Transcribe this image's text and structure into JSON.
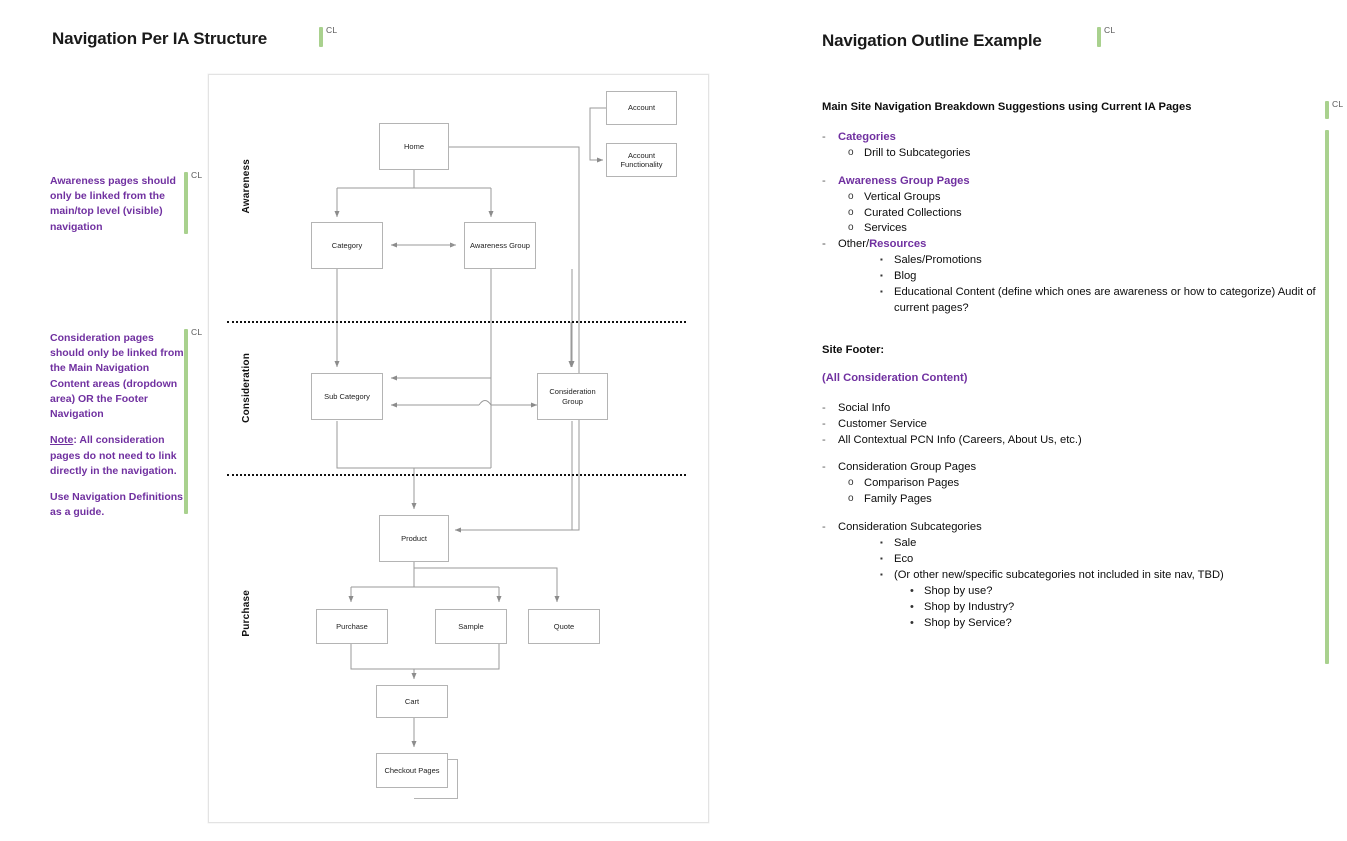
{
  "slides": {
    "left_title": "Navigation Per IA Structure",
    "right_title": "Navigation Outline Example"
  },
  "comment_markers": {
    "label": "CL",
    "color": "#a9d18e"
  },
  "notes": [
    {
      "id": "awareness-note",
      "paragraphs": [
        "Awareness pages should only be linked from the main/top level (visible) navigation"
      ]
    },
    {
      "id": "consideration-note",
      "paragraphs": [
        "Consideration pages should only be linked from the Main Navigation Content areas (dropdown area) OR the Footer Navigation",
        "Note: All consideration pages do not need to link directly in the navigation.",
        "Use Navigation Definitions as a guide."
      ],
      "note_prefix": "Note",
      "note_rest": ": All consideration pages do not need to link directly in the navigation."
    }
  ],
  "diagram": {
    "stages": [
      {
        "label": "Awareness"
      },
      {
        "label": "Consideration"
      },
      {
        "label": "Purchase"
      }
    ],
    "nodes": [
      {
        "id": "account",
        "label": "Account"
      },
      {
        "id": "account-functionality",
        "label": "Account Functionality"
      },
      {
        "id": "home",
        "label": "Home"
      },
      {
        "id": "category",
        "label": "Category"
      },
      {
        "id": "awareness-group",
        "label": "Awareness Group"
      },
      {
        "id": "sub-category",
        "label": "Sub Category"
      },
      {
        "id": "consideration-group",
        "label": "Consideration Group"
      },
      {
        "id": "product",
        "label": "Product"
      },
      {
        "id": "purchase",
        "label": "Purchase"
      },
      {
        "id": "sample",
        "label": "Sample"
      },
      {
        "id": "quote",
        "label": "Quote"
      },
      {
        "id": "cart",
        "label": "Cart"
      },
      {
        "id": "checkout-pages",
        "label": "Checkout Pages"
      }
    ]
  },
  "outline": {
    "heading": "Main Site Navigation Breakdown Suggestions using Current IA Pages",
    "sections": [
      {
        "level": 1,
        "text": "Categories",
        "style": "purple"
      },
      {
        "level": 2,
        "text": "Drill to Subcategories",
        "style": "plain"
      },
      {
        "level": 1,
        "text": "Awareness Group Pages",
        "style": "purple"
      },
      {
        "level": 2,
        "text": "Vertical Groups",
        "style": "plain"
      },
      {
        "level": 2,
        "text": "Curated Collections",
        "style": "plain"
      },
      {
        "level": 2,
        "text": "Services",
        "style": "plain"
      },
      {
        "level": 1,
        "text": "",
        "style": "plain"
      },
      {
        "level": 1,
        "text": "Other/Resources",
        "style": "split",
        "prefix": "Other/",
        "accent": "Resources"
      },
      {
        "level": 3,
        "text": "Sales/Promotions",
        "style": "plain"
      },
      {
        "level": 3,
        "text": "Blog",
        "style": "plain"
      },
      {
        "level": 3,
        "text": "Educational Content (define which ones are awareness or how to categorize) Audit of current pages?",
        "style": "plain"
      }
    ],
    "footer_heading": "Site Footer:",
    "footer_subheading": "(All Consideration Content)",
    "footer_sections": [
      {
        "level": 1,
        "text": "Social Info",
        "style": "plain"
      },
      {
        "level": 1,
        "text": "Customer Service",
        "style": "plain"
      },
      {
        "level": 1,
        "text": "All Contextual PCN Info (Careers, About Us, etc.)",
        "style": "plain"
      },
      {
        "level": 1,
        "text": "Consideration Group Pages",
        "style": "plain"
      },
      {
        "level": 2,
        "text": "Comparison Pages",
        "style": "plain"
      },
      {
        "level": 2,
        "text": "Family Pages",
        "style": "plain"
      },
      {
        "level": 1,
        "text": "Consideration Subcategories",
        "style": "plain"
      },
      {
        "level": 3,
        "text": "Sale",
        "style": "plain"
      },
      {
        "level": 3,
        "text": "Eco",
        "style": "plain"
      },
      {
        "level": 3,
        "text": "(Or other new/specific subcategories not included in site nav, TBD)",
        "style": "plain"
      },
      {
        "level": 4,
        "text": "Shop by use?",
        "style": "plain"
      },
      {
        "level": 4,
        "text": "Shop by Industry?",
        "style": "plain"
      },
      {
        "level": 4,
        "text": "Shop by Service?",
        "style": "plain"
      }
    ]
  }
}
